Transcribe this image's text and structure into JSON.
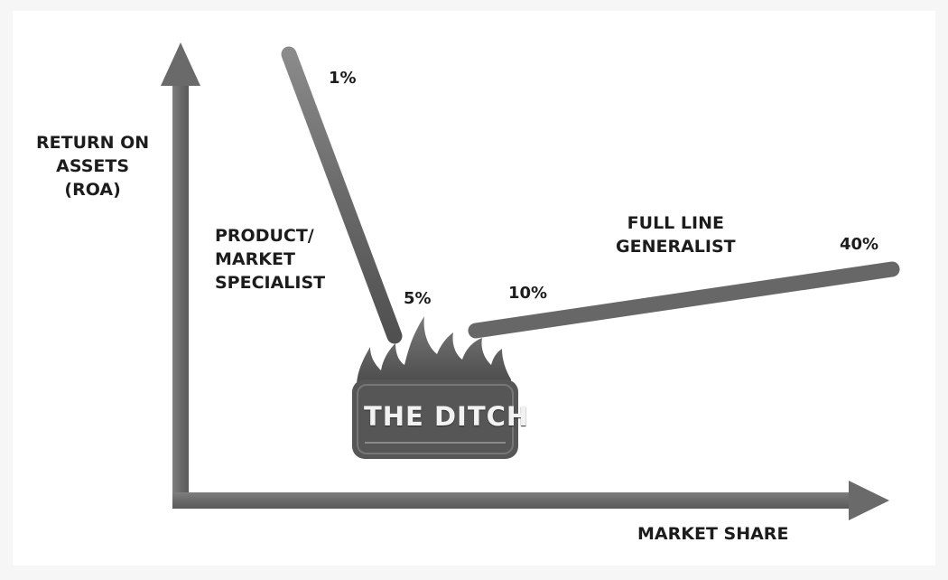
{
  "diagram": {
    "y_axis_label": "RETURN ON\nASSETS\n(ROA)",
    "x_axis_label": "MARKET SHARE",
    "specialist_label": "PRODUCT/\nMARKET\nSPECIALIST",
    "generalist_label": "FULL LINE\nGENERALIST",
    "ditch_label": "THE DITCH",
    "share_points": [
      "1%",
      "5%",
      "10%",
      "40%"
    ],
    "colors": {
      "background": "#ffffff",
      "axis": "#6e6e6e",
      "line": "#6a6a6a",
      "ditch": "#595959",
      "text": "#1c1c1c"
    }
  }
}
